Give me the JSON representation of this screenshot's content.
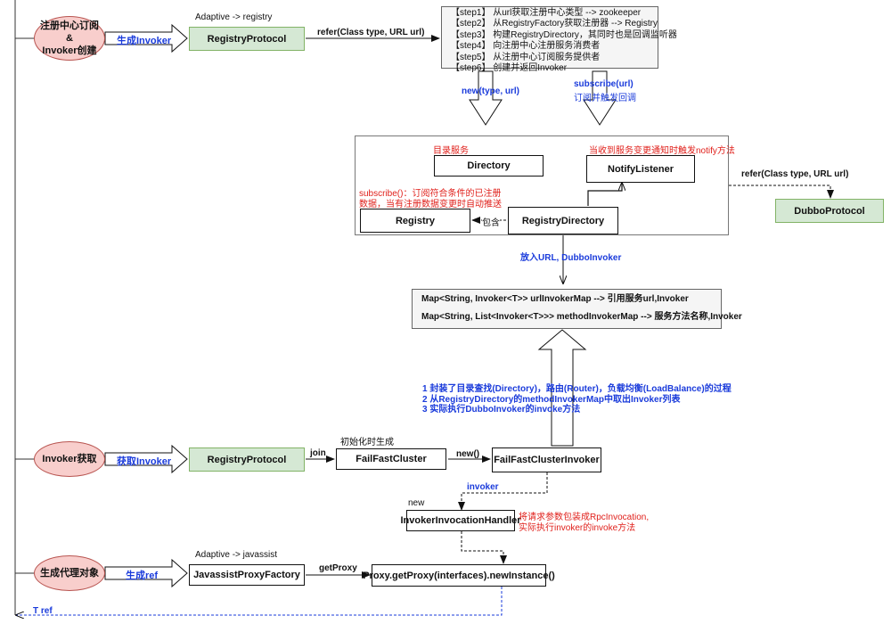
{
  "ellipses": {
    "subscribe": [
      "注册中心订阅",
      "&",
      "Invoker创建"
    ],
    "get_invoker": "Invoker获取",
    "gen_proxy": "生成代理对象"
  },
  "arrows": {
    "gen_invoker": "生成Invoker",
    "get_invoker": "获取Invoker",
    "gen_ref": "生成ref"
  },
  "boxes": {
    "registry_protocol_top": "RegistryProtocol",
    "directory": "Directory",
    "notify_listener": "NotifyListener",
    "registry": "Registry",
    "registry_directory": "RegistryDirectory",
    "dubbo_protocol": "DubboProtocol",
    "registry_protocol_mid": "RegistryProtocol",
    "failfast_cluster": "FailFastCluster",
    "failfast_cluster_invoker": "FailFastClusterInvoker",
    "invoker_invocation_handler": "InvokerInvocationHandler",
    "javassist_proxy_factory": "JavassistProxyFactory",
    "proxy_new_instance": "Proxy.getProxy(interfaces).newInstance()"
  },
  "labels": {
    "adaptive_registry": "Adaptive -> registry",
    "refer_top": "refer(Class type, URL url)",
    "new_type_url": "new(type, url)",
    "subscribe_url": "subscribe(url)",
    "subscribe_note": "订阅并触发回调",
    "directory_service": "目录服务",
    "notify_note": "当收到服务变更通知时触发notify方法",
    "subscribe_desc": [
      "subscribe()：订阅符合条件的已注册",
      "数据，当有注册数据变更时自动推送"
    ],
    "contains": "包含",
    "refer_right": "refer(Class type, URL url)",
    "put_url": "放入URL, DubboInvoker",
    "init_time_gen": "初始化时生成",
    "join": "join",
    "new_call": "new()",
    "invoker_link": "invoker",
    "new_label": "new",
    "invocation_note": [
      "将请求参数包装成RpcInvocation,",
      "实际执行invoker的invoke方法"
    ],
    "adaptive_javassist": "Adaptive -> javassist",
    "get_proxy": "getProxy",
    "t_ref": "T  ref"
  },
  "steps": [
    "【step1】 从url获取注册中心类型 -->  zookeeper",
    "【step2】 从RegistryFactory获取注册器  -->  Registry",
    "【step3】 构建RegistryDirectory，其同时也是回调监听器",
    "【step4】 向注册中心注册服务消费者",
    "【step5】 从注册中心订阅服务提供者",
    "【step6】 创建并返回Invoker"
  ],
  "maps": [
    "Map<String, Invoker<T>> urlInvokerMap  -->  引用服务url,Invoker",
    "Map<String, List<Invoker<T>>> methodInvokerMap  -->  服务方法名称,Invoker"
  ],
  "process_notes": [
    "1 封装了目录查找(Directory)，路由(Router)，负载均衡(LoadBalance)的过程",
    "2 从RegistryDirectory的methodInvokerMap中取出Invoker列表",
    "3 实际执行DubboInvoker的invoke方法"
  ],
  "colors": {
    "green_fill": "#d5e8d4",
    "green_stroke": "#82b366",
    "red_fill": "#f8cecc",
    "red_stroke": "#b85450",
    "blue_text": "#1a3bdb",
    "red_text": "#e0201b"
  }
}
